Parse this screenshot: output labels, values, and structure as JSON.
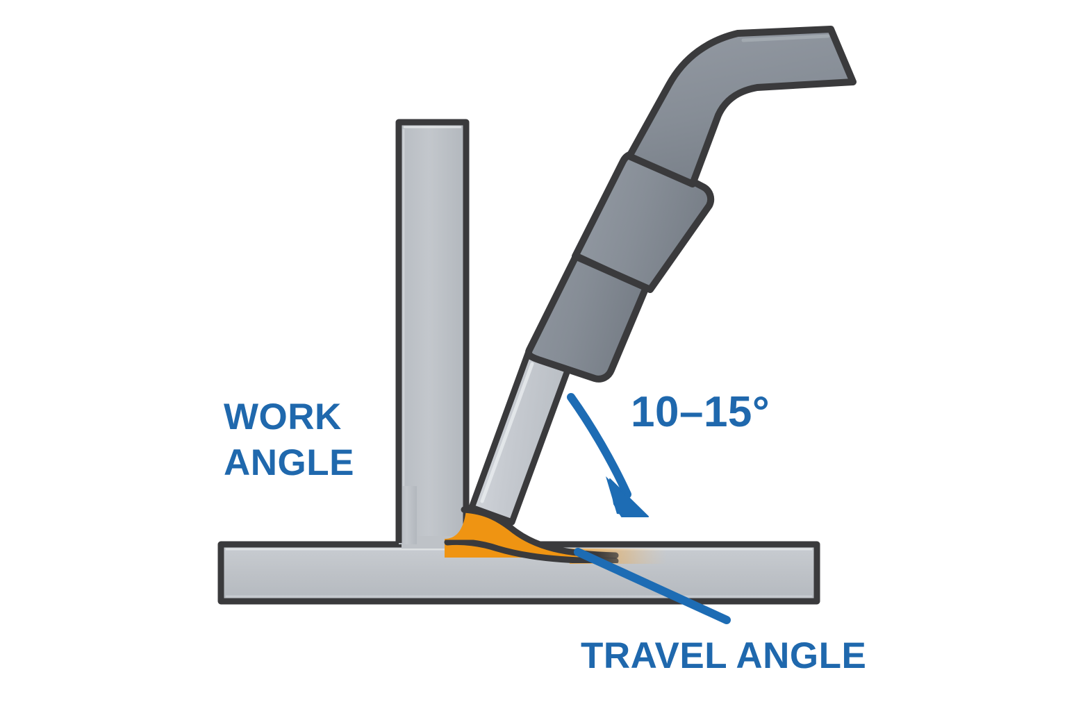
{
  "diagram": {
    "title": "Welding torch angle diagram",
    "background_color": "#ffffff",
    "labels": {
      "work_angle_line1": "WORK",
      "work_angle_line2": "ANGLE",
      "travel_angle": "TRAVEL ANGLE",
      "angle_value": "10–15°"
    },
    "colors": {
      "label_blue": "#1f68ad",
      "arrow_blue": "#1d6cb4",
      "plate_fill": "#bec2c7",
      "plate_outline": "#3a3a3c",
      "torch_body_fill": "#868d96",
      "nozzle_fill": "#c8ccd2",
      "weld_orange": "#ef9412",
      "cable_fill": "#8a9098"
    },
    "elements": {
      "vertical_plate": "vertical steel plate",
      "horizontal_plate": "horizontal steel plate",
      "weld_bead": "molten weld bead fillet",
      "torch_nozzle": "welding torch nozzle",
      "torch_body_lower": "torch body lower segment",
      "torch_body_upper": "torch handle upper segment",
      "torch_cable": "torch cable / neck",
      "travel_angle_pointer": "pointer line to weld bead",
      "angle_arc_arrow": "curved arrow showing travel angle"
    }
  }
}
